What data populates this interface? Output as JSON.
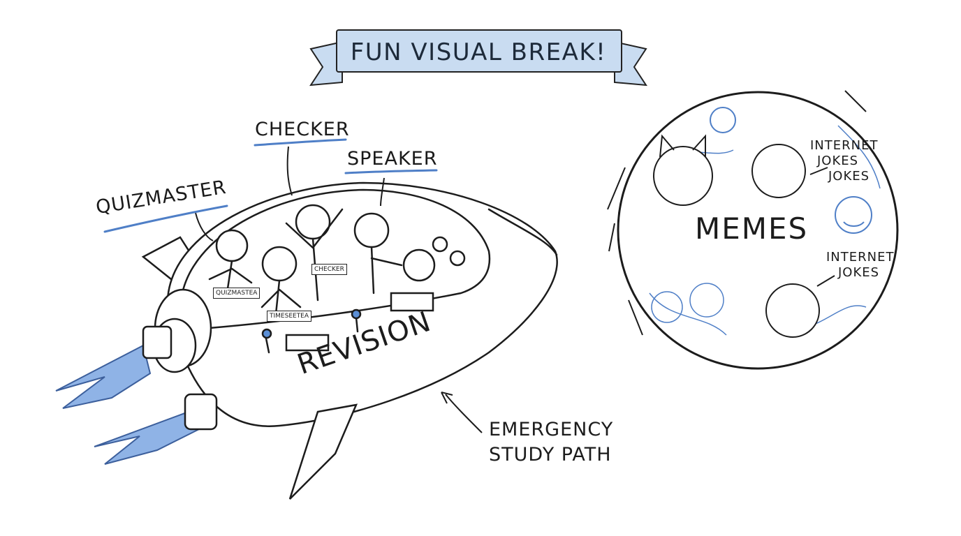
{
  "banner": {
    "title": "FUN VISUAL BREAK!"
  },
  "rocket": {
    "name": "REVISION",
    "crew_labels": {
      "quizmaster": "QUIZMASTER",
      "checker": "CHECKER",
      "speaker": "SPEAKER"
    },
    "badges": {
      "quizmaster": "QUIZMASTEA",
      "timekeeper": "TIMESEETEA",
      "checker": "CHECKER"
    },
    "path_label_line1": "EMERGENCY",
    "path_label_line2": "STUDY PATH"
  },
  "meme_planet": {
    "title": "MEMES",
    "jokes_top_line1": "INTERNET",
    "jokes_top_line2": "JOKES",
    "jokes_top_line3": "JOKES",
    "jokes_bottom_line1": "INTERNET",
    "jokes_bottom_line2": "JOKES"
  },
  "colors": {
    "ink": "#1c1c1c",
    "accent_blue": "#4f7fc7",
    "banner_fill": "#c9dcf1",
    "flame_blue": "#5b8fd6"
  }
}
